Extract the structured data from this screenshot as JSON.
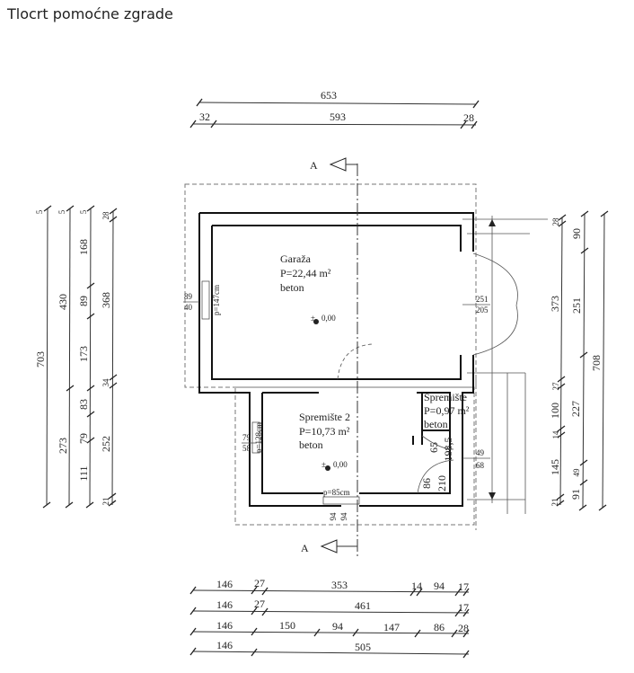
{
  "title": "Tlocrt pomoćne zgrade",
  "top_dims": {
    "total": "653",
    "left": "32",
    "mid": "593",
    "right": "28"
  },
  "left_dims": {
    "c1": "703",
    "c2a": "430",
    "c2b": "273",
    "c3": [
      "168",
      "89",
      "173",
      "83",
      "79",
      "111"
    ],
    "c3top": "5",
    "c4": [
      "28",
      "368",
      "34",
      "252",
      "21"
    ],
    "c1top": "5",
    "c2top": "5"
  },
  "right_dims": {
    "c1": [
      "28",
      "373",
      "27",
      "100",
      "14",
      "145",
      "21"
    ],
    "c2": [
      "90",
      "251",
      "227",
      "49",
      "91"
    ],
    "c3": "708"
  },
  "bottom_dims": {
    "r1": [
      "146",
      "27",
      "353",
      "14",
      "94",
      "17"
    ],
    "r2": [
      "146",
      "27",
      "461",
      "17"
    ],
    "r3": [
      "146",
      "150",
      "94",
      "147",
      "86",
      "28"
    ],
    "r4": [
      "146",
      "505"
    ]
  },
  "section": {
    "label": "A"
  },
  "rooms": {
    "garage": {
      "name": "Garaža",
      "area": "P=22,44 m²",
      "floor": "beton",
      "level": "0,00"
    },
    "storage2": {
      "name": "Spremište 2",
      "area": "P=10,73 m²",
      "floor": "beton",
      "level": "0,00"
    },
    "storage": {
      "name": "Spremište",
      "area": "P=0,97 m²",
      "floor": "beton"
    }
  },
  "openings": {
    "w1": {
      "a": "89",
      "b": "40",
      "p": "p=147cm"
    },
    "w2": {
      "a": "79",
      "b": "58",
      "p": "p=128cm"
    },
    "w3": {
      "p": "p=85cm",
      "a": "94",
      "b": "94"
    },
    "d1": {
      "a": "251",
      "b": "205"
    },
    "d2": {
      "a": "49",
      "b": "68"
    },
    "d3": {
      "a": "65",
      "b": "198,5",
      "c": "86",
      "d": "210"
    }
  }
}
